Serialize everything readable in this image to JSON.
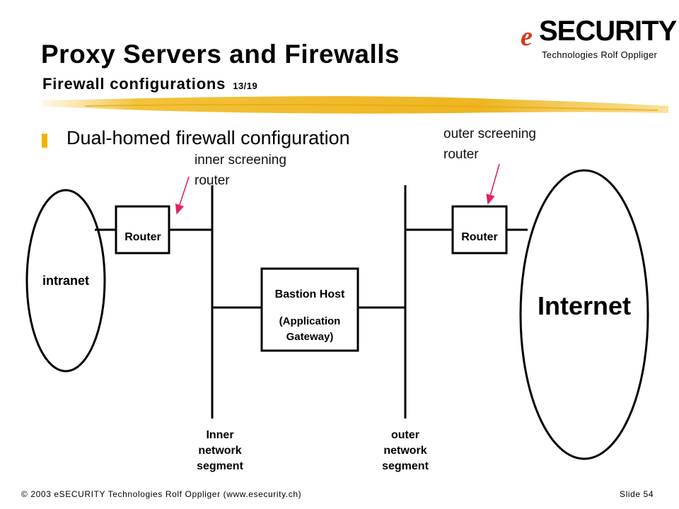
{
  "slide": {
    "title": "Proxy Servers and Firewalls",
    "subtitle": "Firewall configurations",
    "slide_counter": "13/19",
    "bullet": "Dual-homed firewall configuration"
  },
  "logo": {
    "letter": "e",
    "word": "SECURITY",
    "tagline": "Technologies Rolf Oppliger",
    "accent_color": "#d33a1a"
  },
  "diagram": {
    "nodes": {
      "intranet": "intranet",
      "internet": "Internet",
      "inner_router": "Router",
      "outer_router": "Router",
      "bastion_title": "Bastion Host",
      "bastion_sub1": "(Application",
      "bastion_sub2": "Gateway)"
    },
    "segments": {
      "inner_line1": "Inner",
      "inner_line2": "network",
      "inner_line3": "segment",
      "outer_line1": "outer",
      "outer_line2": "network",
      "outer_line3": "segment"
    },
    "annotations": {
      "inner_line1": "inner screening",
      "inner_line2": "router",
      "outer_line1": "outer screening",
      "outer_line2": "router",
      "arrow_color": "#e0206a"
    }
  },
  "footer": {
    "copyright": "© 2003 eSECURITY Technologies Rolf Oppliger (www.esecurity.ch)",
    "slide_label": "Slide 54"
  }
}
